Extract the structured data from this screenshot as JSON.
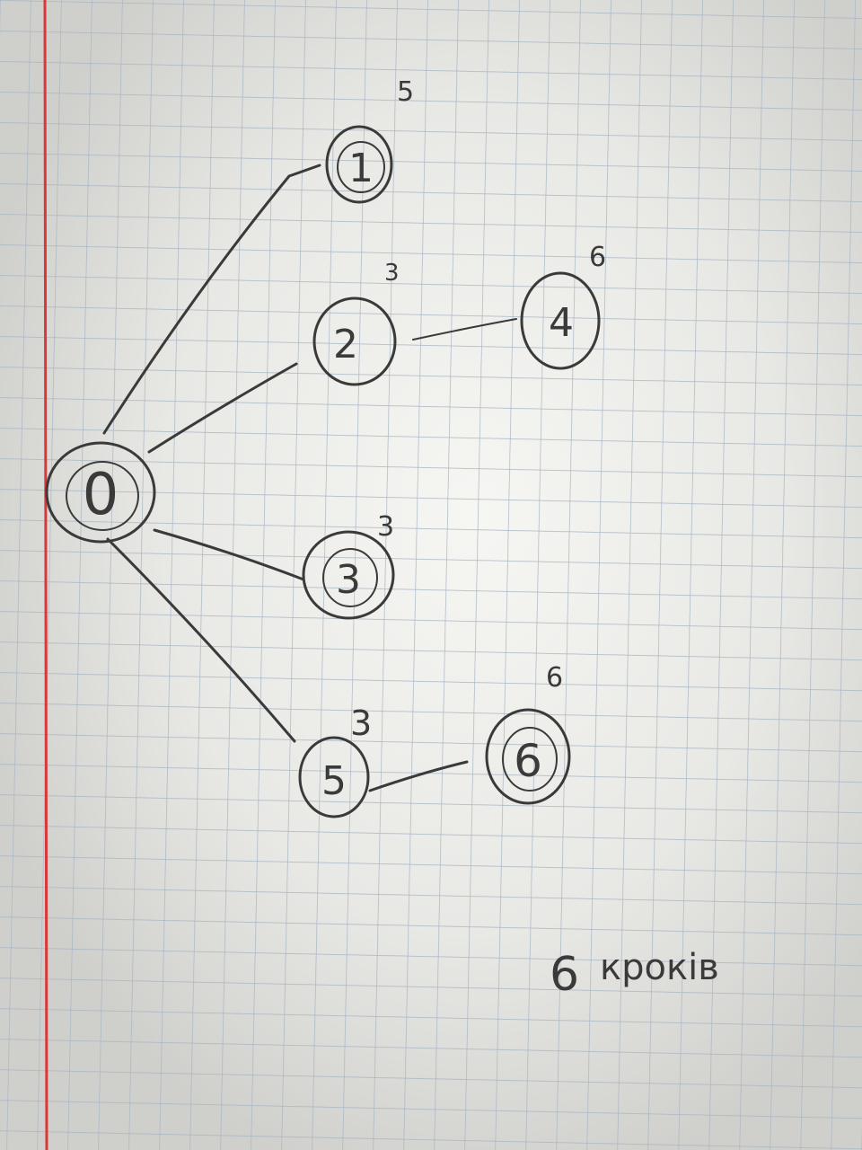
{
  "nodes": [
    {
      "id": "0",
      "label": "0",
      "weight": ""
    },
    {
      "id": "1",
      "label": "1",
      "weight": "5"
    },
    {
      "id": "2",
      "label": "2",
      "weight": "3"
    },
    {
      "id": "3",
      "label": "3",
      "weight": "3"
    },
    {
      "id": "4",
      "label": "4",
      "weight": "6"
    },
    {
      "id": "5",
      "label": "5",
      "weight": "3"
    },
    {
      "id": "6",
      "label": "6",
      "weight": "6"
    }
  ],
  "edges": [
    {
      "from": "0",
      "to": "1"
    },
    {
      "from": "0",
      "to": "2"
    },
    {
      "from": "0",
      "to": "3"
    },
    {
      "from": "0",
      "to": "5"
    },
    {
      "from": "2",
      "to": "4"
    },
    {
      "from": "5",
      "to": "6"
    }
  ],
  "caption": {
    "number": "6",
    "word": "кроків"
  },
  "colors": {
    "paper": "#e9e9e6",
    "grid": "#a9b6c4",
    "margin_line": "#d9383a",
    "pencil": "#3a3a3a"
  }
}
